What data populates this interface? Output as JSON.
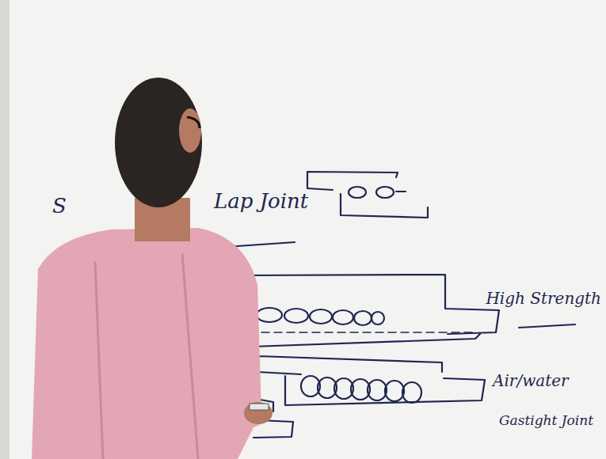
{
  "diagram": {
    "labels": [
      "S",
      "Lap Joint",
      "High Strength",
      "Air/water",
      "Gastight Joint"
    ]
  }
}
